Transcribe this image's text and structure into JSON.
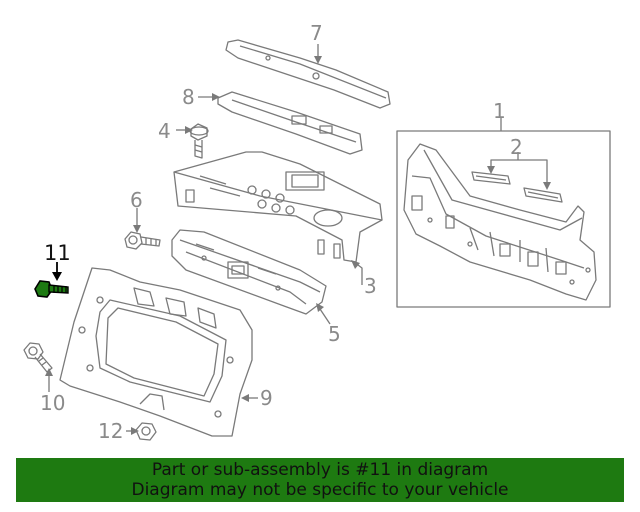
{
  "diagram": {
    "callouts": [
      "1",
      "2",
      "3",
      "4",
      "5",
      "6",
      "7",
      "8",
      "9",
      "10",
      "11",
      "12"
    ],
    "highlight_callout": "11",
    "line_color": "#7a7a7a",
    "highlight_color": "#000000",
    "part_color": "#1d7a12"
  },
  "banner": {
    "line1": "Part or sub-assembly is #11 in diagram",
    "line2": "Diagram may not be specific to your vehicle",
    "background": "#1e7a11"
  }
}
